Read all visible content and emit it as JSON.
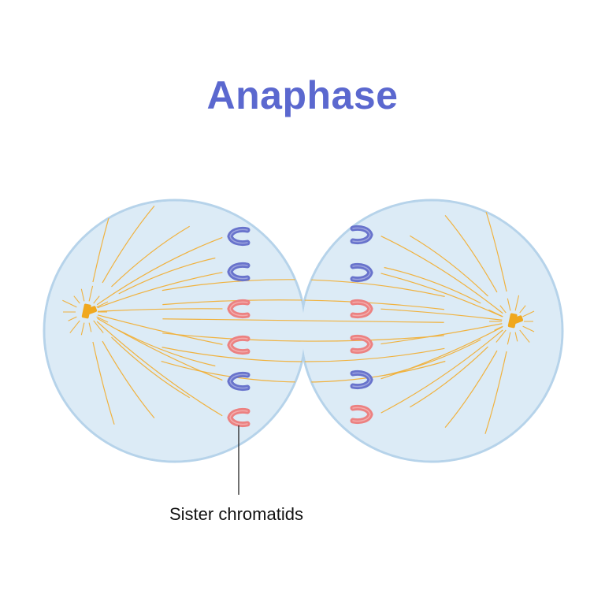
{
  "title": "Anaphase",
  "label": "Sister chromatids",
  "colors": {
    "title": "#5b68cf",
    "cell_fill": "#dcebf6",
    "cell_stroke": "#b6d3ea",
    "fiber": "#f0b23f",
    "centrosome": "#f0a81e",
    "chromatid_blue": "#6873cc",
    "chromatid_red": "#ec8181",
    "pointer_line": "#222222"
  },
  "chromatid_colors": {
    "left": [
      "blue",
      "blue",
      "red",
      "red",
      "blue",
      "red"
    ],
    "right": [
      "blue",
      "blue",
      "red",
      "red",
      "blue",
      "red"
    ]
  },
  "icons": [
    "centrosome-icon",
    "chromatid-icon"
  ]
}
